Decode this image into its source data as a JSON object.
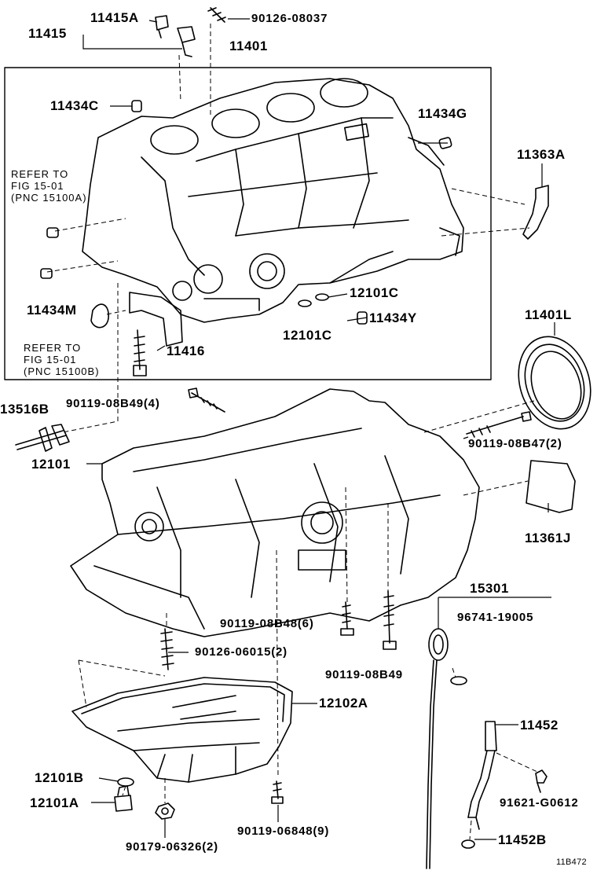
{
  "labels": {
    "p11415A": "11415A",
    "p11415": "11415",
    "p90126_08037": "90126-08037",
    "p11401": "11401",
    "p11434C": "11434C",
    "p11434G": "11434G",
    "p11363A": "11363A",
    "p11434M": "11434M",
    "p12101C_a": "12101C",
    "p12101C_b": "12101C",
    "p11434Y": "11434Y",
    "p11416": "11416",
    "p11401L": "11401L",
    "p13516B": "13516B",
    "p90119_08B49_4": "90119-08B49(4)",
    "p12101": "12101",
    "p90119_08B47_2": "90119-08B47(2)",
    "p11361J": "11361J",
    "p15301": "15301",
    "p96741_19005": "96741-19005",
    "p90119_08B48_6": "90119-08B48(6)",
    "p90126_06015_2": "90126-06015(2)",
    "p90119_08B49": "90119-08B49",
    "p12102A": "12102A",
    "p11452": "11452",
    "p12101B": "12101B",
    "p12101A": "12101A",
    "p91621_G0612": "91621-G0612",
    "p90119_06848_9": "90119-06848(9)",
    "p90179_06326_2": "90179-06326(2)",
    "p11452B": "11452B"
  },
  "notes": {
    "refer_upper": [
      "REFER TO",
      "FIG 15-01",
      "(PNC 15100A)"
    ],
    "refer_lower": [
      "REFER TO",
      "FIG 15-01",
      "(PNC 15100B)"
    ]
  },
  "figure_id": "11B472"
}
